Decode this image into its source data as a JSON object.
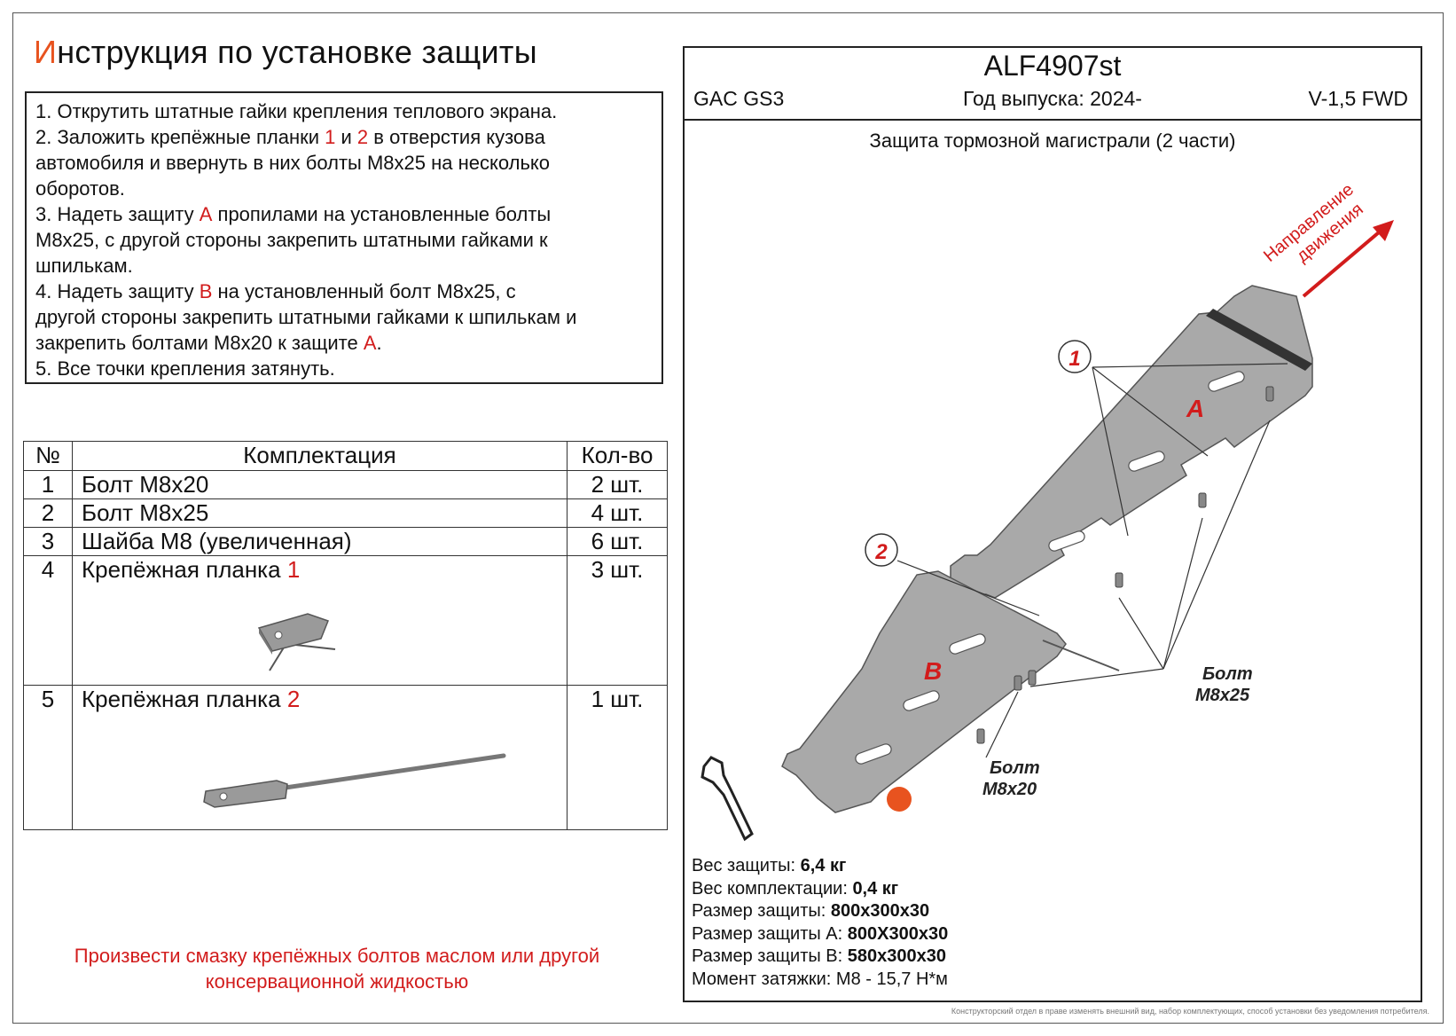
{
  "title": {
    "first_letter": "И",
    "rest": "нструкция по установке защиты"
  },
  "instructions": [
    {
      "parts": [
        {
          "t": "1. Открутить штатные гайки крепления теплового экрана."
        }
      ]
    },
    {
      "parts": [
        {
          "t": "2. Заложить крепёжные планки "
        },
        {
          "t": "1",
          "red": true
        },
        {
          "t": " и "
        },
        {
          "t": "2",
          "red": true
        },
        {
          "t": " в отверстия кузова"
        }
      ]
    },
    {
      "parts": [
        {
          "t": "автомобиля и ввернуть в них болты M8x25 на несколько"
        }
      ]
    },
    {
      "parts": [
        {
          "t": "оборотов."
        }
      ]
    },
    {
      "parts": [
        {
          "t": "3. Надеть защиту "
        },
        {
          "t": "А",
          "red": true
        },
        {
          "t": " пропилами на установленные болты"
        }
      ]
    },
    {
      "parts": [
        {
          "t": "M8x25, с другой стороны закрепить штатными гайками к"
        }
      ]
    },
    {
      "parts": [
        {
          "t": "шпилькам."
        }
      ]
    },
    {
      "parts": [
        {
          "t": "4. Надеть защиту "
        },
        {
          "t": "В",
          "red": true
        },
        {
          "t": " на установленный болт M8x25, с"
        }
      ]
    },
    {
      "parts": [
        {
          "t": "другой стороны закрепить штатными гайками к шпилькам и"
        }
      ]
    },
    {
      "parts": [
        {
          "t": "закрепить болтами M8x20 к защите "
        },
        {
          "t": "А",
          "red": true
        },
        {
          "t": "."
        }
      ]
    },
    {
      "parts": [
        {
          "t": "5. Все точки крепления затянуть."
        }
      ]
    }
  ],
  "kit_table": {
    "headers": {
      "num": "№",
      "name": "Комплектация",
      "qty": "Кол-во"
    },
    "rows": [
      {
        "num": "1",
        "name": "Болт M8x20",
        "name_red": "",
        "qty": "2 шт."
      },
      {
        "num": "2",
        "name": "Болт M8x25",
        "name_red": "",
        "qty": "4 шт."
      },
      {
        "num": "3",
        "name": "Шайба M8 (увеличенная)",
        "name_red": "",
        "qty": "6 шт."
      },
      {
        "num": "4",
        "name": "Крепёжная планка ",
        "name_red": "1",
        "qty": "3 шт."
      },
      {
        "num": "5",
        "name": "Крепёжная планка ",
        "name_red": "2",
        "qty": "1 шт."
      }
    ]
  },
  "lube_note": "Произвести смазку крепёжных болтов маслом или другой консервационной жидкостью",
  "header": {
    "code": "ALF4907st",
    "model": "GAC GS3",
    "year": "Год выпуска: 2024-",
    "engine": "V-1,5 FWD"
  },
  "subtitle": "Защита тормозной магистрали (2 части)",
  "drawing": {
    "direction": [
      "Направление",
      "движения"
    ],
    "part_a": "А",
    "part_b": "В",
    "callout_1": "1",
    "callout_2": "2",
    "bolt_m8x25": [
      "Болт",
      "M8x25"
    ],
    "bolt_m8x20": [
      "Болт",
      "M8x20"
    ],
    "colors": {
      "red": "#d21c1c",
      "plate": "#a9a9a9",
      "accent": "#e8531f"
    }
  },
  "specs": [
    {
      "label": "Вес защиты: ",
      "value": "6,4 кг"
    },
    {
      "label": "Вес комплектации: ",
      "value": "0,4 кг"
    },
    {
      "label": "Размер защиты: ",
      "value": "800x300x30"
    },
    {
      "label": "Размер защиты А: ",
      "value": "800X300x30"
    },
    {
      "label": "Размер защиты В: ",
      "value": "580x300x30"
    },
    {
      "label": "Момент затяжки:  ",
      "value": "M8 - 15,7 Н*м",
      "plain": true
    }
  ],
  "footnote": "Конструкторский отдел в праве изменять внешний вид, набор комплектующих, способ установки без уведомления потребителя."
}
